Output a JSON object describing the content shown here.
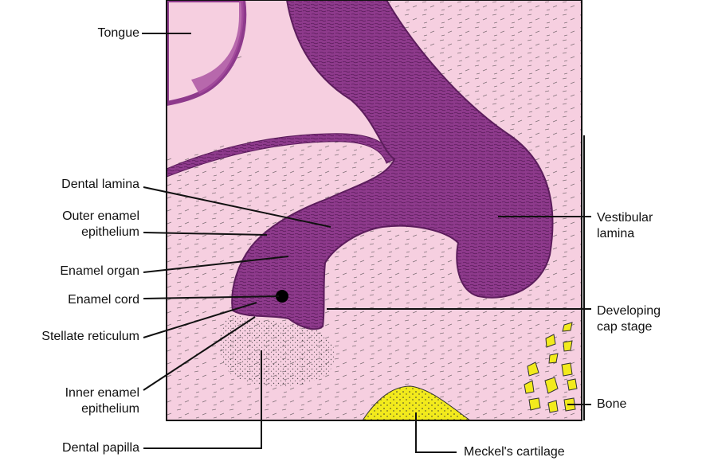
{
  "diagram": {
    "colors": {
      "background": "#ffffff",
      "tissue": "#f6cfe0",
      "epithelium": "#8e3a8c",
      "epithelium_dark": "#5c1d5c",
      "cartilage": "#f2ea1c",
      "outline": "#111111"
    },
    "labels": {
      "tongue": "Tongue",
      "dental_lamina": "Dental lamina",
      "outer_enamel_epithelium": "Outer enamel\nepithelium",
      "enamel_organ": "Enamel organ",
      "enamel_cord": "Enamel cord",
      "stellate_reticulum": "Stellate reticulum",
      "inner_enamel_epithelium": "Inner enamel\nepithelium",
      "dental_papilla": "Dental papilla",
      "vestibular_lamina": "Vestibular\nlamina",
      "developing_cap_stage": "Developing\ncap stage",
      "bone": "Bone",
      "meckels_cartilage": "Meckel's cartilage"
    }
  }
}
